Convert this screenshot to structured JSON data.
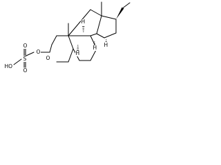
{
  "structure": {
    "labels": {
      "o_ring": "O",
      "o_link": "O",
      "sulfur": "S",
      "o_top": "O",
      "o_bottom": "O",
      "hydroxyl": "HO"
    },
    "stereo": {
      "h_c8": "H",
      "h_c9": "H",
      "h_c14": "H"
    }
  }
}
